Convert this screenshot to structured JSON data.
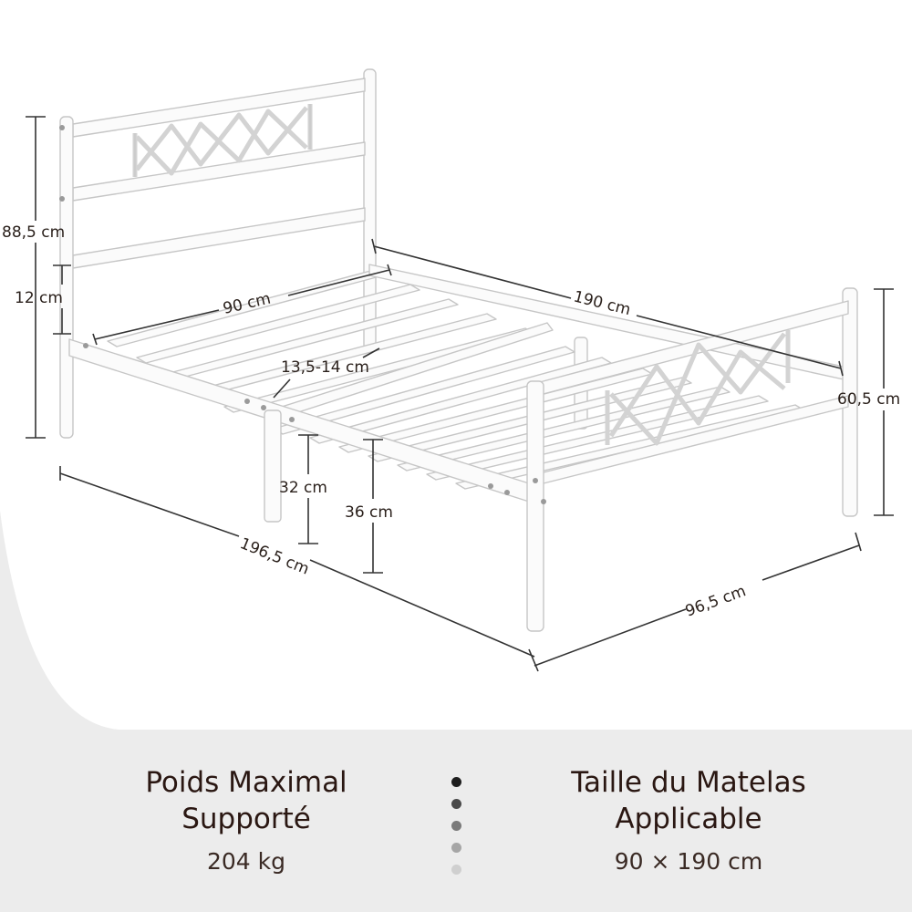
{
  "dimensions": {
    "headboard_height": "88,5 cm",
    "under_bed_top_gap": "12 cm",
    "inner_width": "90 cm",
    "inner_length": "190 cm",
    "slat_gap": "13,5-14 cm",
    "footboard_height": "60,5 cm",
    "under_bed_clearance": "32 cm",
    "frame_height": "36 cm",
    "total_length": "196,5 cm",
    "total_width": "96,5 cm"
  },
  "specs": {
    "max_load": {
      "title_line1": "Poids Maximal",
      "title_line2": "Supporté",
      "value": "204 kg"
    },
    "mattress": {
      "title_line1": "Taille du Matelas",
      "title_line2": "Applicable",
      "value": "90 × 190 cm"
    }
  },
  "colors": {
    "background_top": "#ffffff",
    "background_bottom": "#ececec",
    "frame": "#fafafa",
    "frame_outline": "#c9c9c9",
    "text": "#2a1712",
    "dots": [
      "#1e1e1e",
      "#4a4a4a",
      "#7a7a7a",
      "#a6a6a6",
      "#cfcfcf"
    ]
  }
}
